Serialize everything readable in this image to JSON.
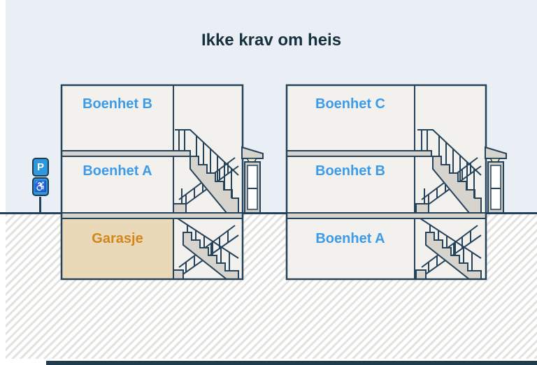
{
  "title": "Ikke krav om heis",
  "parking_sign": {
    "p_label": "P",
    "wheelchair_icon": "♿"
  },
  "buildings": {
    "left": {
      "floors": [
        {
          "label": "Boenhet B",
          "color": "#3d9be8"
        },
        {
          "label": "Boenhet A",
          "color": "#3d9be8"
        },
        {
          "label": "Garasje",
          "color": "#d2861c",
          "bg": "#ead9b8"
        }
      ]
    },
    "right": {
      "floors": [
        {
          "label": "Boenhet C",
          "color": "#3d9be8"
        },
        {
          "label": "Boenhet B",
          "color": "#3d9be8"
        },
        {
          "label": "Boenhet A",
          "color": "#3d9be8"
        }
      ]
    }
  },
  "colors": {
    "sky": "#e9eff5",
    "outline": "#24435a",
    "building_fill": "#f2f1ee",
    "stair_gray": "#d7d3cd",
    "title_text": "#17303d",
    "unit_text": "#3d9be8",
    "garage_fill": "#ead9b8",
    "garage_text": "#d2861c",
    "sign_blue": "#2e97de",
    "bottom_bar": "#1f3d4f"
  }
}
